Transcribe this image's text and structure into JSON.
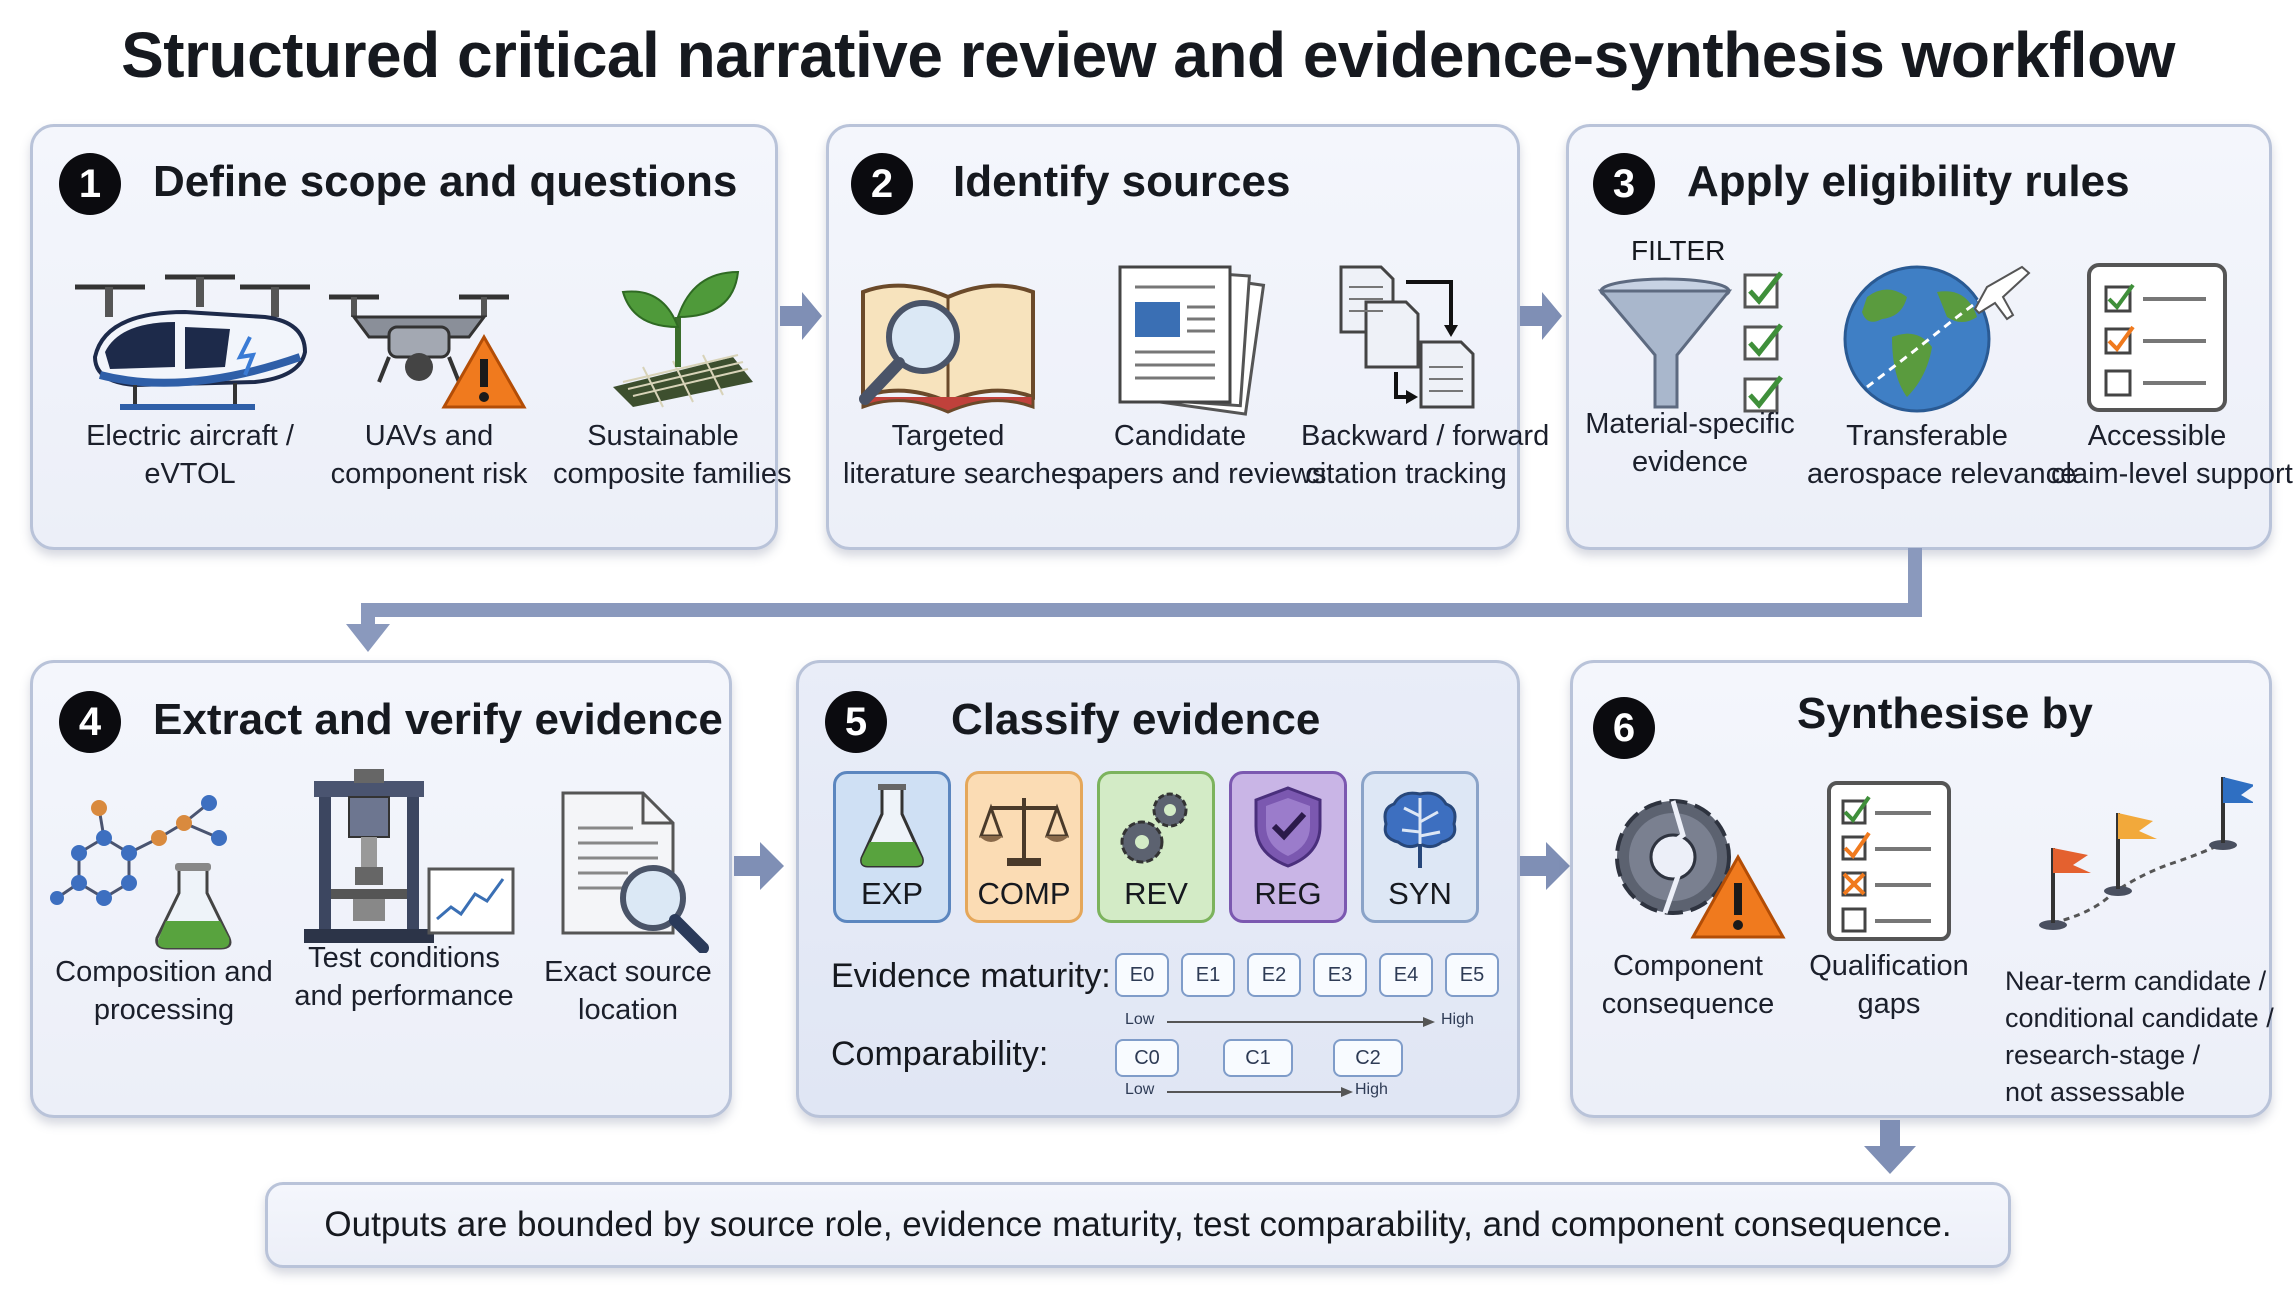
{
  "title": "Structured critical narrative review and evidence-synthesis workflow",
  "steps": [
    {
      "num": "1",
      "title": "Define scope and questions",
      "items": [
        {
          "line1": "Electric aircraft /",
          "line2": "eVTOL"
        },
        {
          "line1": "UAVs and",
          "line2": "component risk"
        },
        {
          "line1": "Sustainable",
          "line2": "composite families"
        }
      ]
    },
    {
      "num": "2",
      "title": "Identify sources",
      "items": [
        {
          "line1": "Targeted",
          "line2": "literature searches"
        },
        {
          "line1": "Candidate",
          "line2": "papers and reviews"
        },
        {
          "line1": "Backward / forward",
          "line2": "citation tracking"
        }
      ]
    },
    {
      "num": "3",
      "title": "Apply eligibility rules",
      "filter_label": "FILTER",
      "items": [
        {
          "line1": "Material-specific",
          "line2": "evidence"
        },
        {
          "line1": "Transferable",
          "line2": "aerospace relevance"
        },
        {
          "line1": "Accessible",
          "line2": "claim-level support"
        }
      ]
    },
    {
      "num": "4",
      "title": "Extract and verify evidence",
      "items": [
        {
          "line1": "Composition and",
          "line2": "processing"
        },
        {
          "line1": "Test conditions",
          "line2": "and performance"
        },
        {
          "line1": "Exact source",
          "line2": "location"
        }
      ]
    },
    {
      "num": "5",
      "title": "Classify evidence",
      "categories": [
        {
          "label": "EXP",
          "bg": "#cfe0f4",
          "border": "#5b86bf"
        },
        {
          "label": "COMP",
          "bg": "#fbdcb4",
          "border": "#e5a75a"
        },
        {
          "label": "REV",
          "bg": "#d3ebc6",
          "border": "#7cb35d"
        },
        {
          "label": "REG",
          "bg": "#c9b5e6",
          "border": "#7b58b0"
        },
        {
          "label": "SYN",
          "bg": "#dde7f5",
          "border": "#8aa3c8"
        }
      ],
      "maturity_label": "Evidence maturity:",
      "maturity_levels": [
        "E0",
        "E1",
        "E2",
        "E3",
        "E4",
        "E5"
      ],
      "comparability_label": "Comparability:",
      "comparability_levels": [
        "C0",
        "C1",
        "C2"
      ],
      "low": "Low",
      "high": "High"
    },
    {
      "num": "6",
      "title": "Synthesise by",
      "items": [
        {
          "line1": "Component",
          "line2": "consequence"
        },
        {
          "line1": "Qualification",
          "line2": "gaps"
        }
      ],
      "candidates": [
        "Near-term candidate /",
        "conditional candidate /",
        "research-stage /",
        "not assessable"
      ]
    }
  ],
  "footer": "Outputs are bounded by source role, evidence maturity, test comparability, and component consequence.",
  "colors": {
    "panel_border": "#b9c3d9",
    "arrow": "#7f8fb5",
    "accent_blue": "#2f5fa8",
    "warn": "#f07a1e"
  }
}
